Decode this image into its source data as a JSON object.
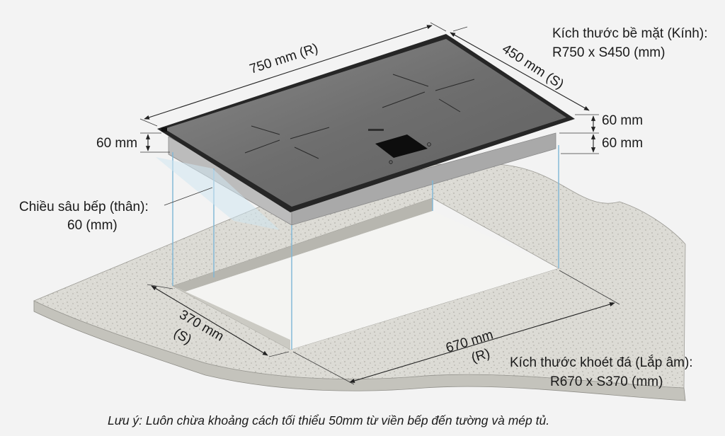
{
  "labels": {
    "top_width": "750 mm (R)",
    "top_depth": "450 mm (S)",
    "height_right_top": "60 mm",
    "height_right_bottom": "60 mm",
    "height_left": "60 mm",
    "body_depth_line1": "Chiều sâu bếp (thân):",
    "body_depth_line2": "60 (mm)",
    "surface_size_line1": "Kích thước bề mặt (Kính):",
    "surface_size_line2": "R750  x  S450 (mm)",
    "cut_depth_line1": "370 mm",
    "cut_depth_line2": "(S)",
    "cut_width_line1": "670 mm",
    "cut_width_line2": "(R)",
    "cutout_size_line1": "Kích thước khoét đá (Lắp âm):",
    "cutout_size_line2": "R670 x S370 (mm)",
    "note": "Lưu ý: Luôn chừa khoảng cách tối thiểu 50mm từ viền bếp đến tường và mép tủ."
  },
  "colors": {
    "background": "#f3f3f3",
    "stone": "#d9d8d2",
    "stone_edge": "#c4c3bc",
    "glass": "#707070",
    "glass_rim": "#2c2c2c",
    "cooktop_body": "#bdbdbd",
    "projection": "#7fb7d6"
  }
}
